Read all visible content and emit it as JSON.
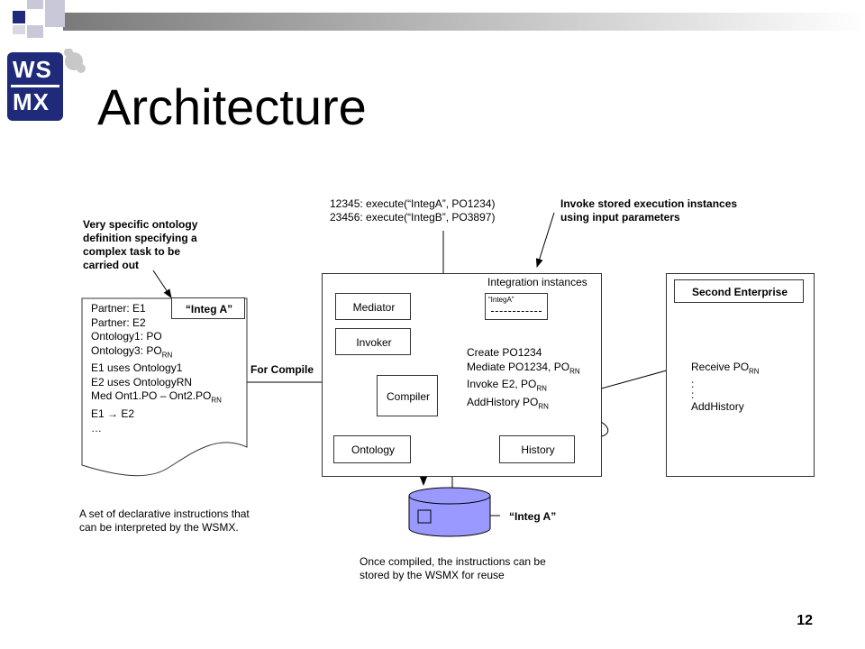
{
  "logo": {
    "line1": "WS",
    "line2": "MX"
  },
  "title": "Architecture",
  "page_number": "12",
  "notes": {
    "ontology_def": [
      "Very specific ontology",
      "definition specifying a",
      "complex task to be",
      "carried out"
    ],
    "execute_lines": [
      "12345: execute(“IntegA”, PO1234)",
      "23456: execute(“IntegB”, PO3897)"
    ],
    "invoke_stored": [
      "Invoke stored execution instances",
      "using input parameters"
    ],
    "declarative": [
      "A set of declarative instructions that",
      "can be interpreted by the WSMX."
    ],
    "compiled": [
      "Once compiled, the instructions can be",
      "stored by the WSMX for reuse"
    ]
  },
  "document": {
    "tag": "“Integ A”",
    "lines": [
      {
        "text": "Partner: E1"
      },
      {
        "text": "Partner: E2"
      },
      {
        "text": "Ontology1: PO"
      },
      {
        "text": "Ontology3: PO",
        "sub": "RN"
      },
      {
        "text": "E1 uses Ontology1"
      },
      {
        "text": "E2 uses OntologyRN"
      },
      {
        "text": "Med Ont1.PO – Ont2.PO",
        "sub": "RN"
      },
      {
        "text": "E1 → E2"
      },
      {
        "text": "…"
      }
    ]
  },
  "for_compile": "For Compile",
  "wsmx": {
    "integration_instances": "Integration instances",
    "instance_label": "“IntegA”",
    "mediator": "Mediator",
    "invoker": "Invoker",
    "compiler": "Compiler",
    "ontology": "Ontology",
    "history": "History",
    "steps": [
      {
        "text": "Create PO1234"
      },
      {
        "text": "Mediate PO1234, PO",
        "sub": "RN"
      },
      {
        "text": "Invoke E2, PO",
        "sub": "RN"
      },
      {
        "text": "AddHistory PO",
        "sub": "RN"
      }
    ]
  },
  "enterprise": {
    "title": "Second Enterprise",
    "lines": [
      {
        "text": "Receive PO",
        "sub": "RN"
      },
      {
        "text": ":"
      },
      {
        "text": ":"
      },
      {
        "text": "AddHistory"
      }
    ]
  },
  "db_label": "“Integ A”",
  "colors": {
    "logo_navy": "#1f2a7a",
    "db_fill": "#9999ff",
    "accent": "#000080"
  }
}
